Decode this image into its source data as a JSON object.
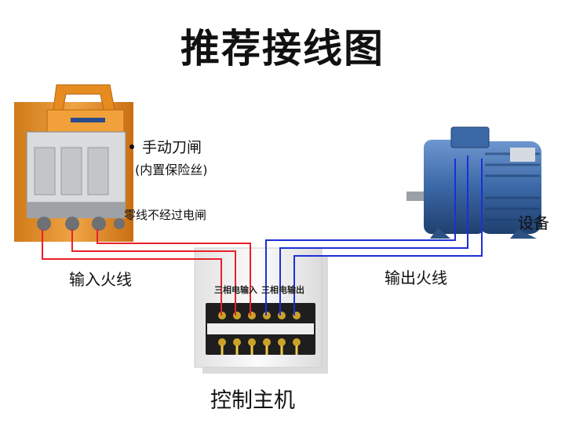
{
  "title": "推荐接线图",
  "switch": {
    "label": "手动刀闸",
    "sublabel": "(内置保险丝)",
    "note": "零线不经过电闸"
  },
  "device": {
    "label": "设备"
  },
  "wires": {
    "input_label": "输入火线",
    "output_label": "输出火线",
    "input_color": "#e8202a",
    "output_color": "#1d2fd6"
  },
  "host": {
    "label": "控制主机",
    "terminal_in": "三相电输入",
    "terminal_out": "三相电输出"
  },
  "colors": {
    "switch_orange": "#e9962b",
    "motor_blue": "#2f5f9a",
    "host_body": "#f0f0f0"
  }
}
